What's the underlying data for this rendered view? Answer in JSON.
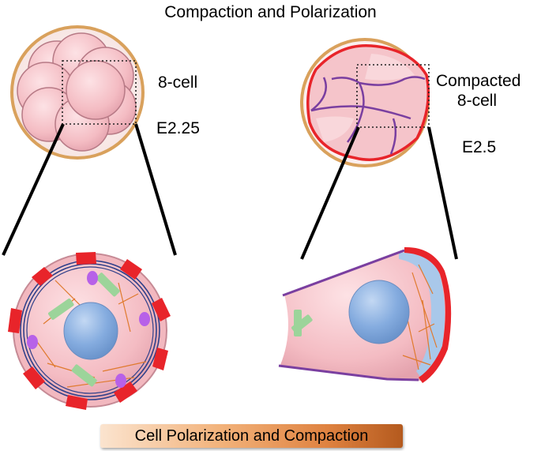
{
  "title": "Compaction and Polarization",
  "left_embryo": {
    "label": "8-cell",
    "stage": "E2.25"
  },
  "right_embryo": {
    "label_line1": "Compacted",
    "label_line2": "8-cell",
    "stage": "E2.5"
  },
  "banner": "Cell Polarization and Compaction",
  "colors": {
    "zona": "#d9a15c",
    "cell_fill": "#f5c2c7",
    "cell_edge": "#b77a86",
    "apical_domain": "#e8242a",
    "membrane": "#7a3fa0",
    "nucleus": "#7ea6dc",
    "golgi_green": "#9cd49a",
    "vesicle": "#b761e8",
    "actin": "#e07a2e",
    "apical_cortex": "#a9c8ea"
  }
}
